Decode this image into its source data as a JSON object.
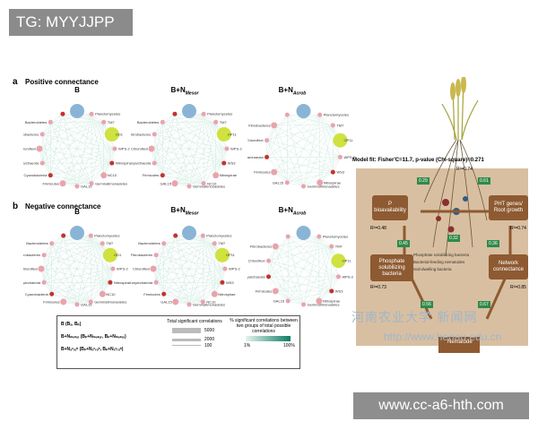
{
  "watermarks": {
    "tg": "TG: MYYJJPP",
    "site_cn": "河南农业大学 新闻网",
    "site_url": "http://www.henau.edu.cn",
    "corner": "www.cc-a6-hth.com"
  },
  "panel_a": {
    "letter": "a",
    "title": "Positive connectance",
    "networks": [
      {
        "title_main": "B",
        "title_sub": ""
      },
      {
        "title_main": "B+N",
        "title_sub": "Mesor"
      },
      {
        "title_main": "B+N",
        "title_sub": "Acrob"
      }
    ]
  },
  "panel_b": {
    "letter": "b",
    "title": "Negative connectance",
    "networks": [
      {
        "title_main": "B",
        "title_sub": ""
      },
      {
        "title_main": "B+N",
        "title_sub": "Mesor"
      },
      {
        "title_main": "B+N",
        "title_sub": "Acrob"
      }
    ]
  },
  "node_labels": {
    "first": [
      "Planctomycetes",
      "TM7",
      "OD1",
      "WPS-2",
      "Nitrospirae",
      "NC10",
      "Gemmatimonadetes",
      "GAL15",
      "Firmicutes",
      "Cyanobacteria",
      "Euryarchaeota",
      "Chloroflexi",
      "Fibrobacteres",
      "Bacteroidetes"
    ],
    "second": [
      "Planctomycetes",
      "TM7",
      "OP11",
      "WPS-2",
      "WS3",
      "Nitrospirae",
      "NC10",
      "Gemmatimonadetes",
      "GAL15",
      "Firmicutes",
      "Euryarchaeota",
      "Chloroflexi",
      "Fibrobacteres",
      "Bacteroidetes"
    ],
    "third": [
      "Planctomycetes",
      "TM7",
      "OP11",
      "WPS-2",
      "WS3",
      "Nitrospirae",
      "Gemmatimonadetes",
      "GAL15",
      "Firmicutes",
      "Euryarchaeota",
      "Chloroflexi",
      "Fibrobacteres"
    ]
  },
  "legend": {
    "row1": "B (Bₐ, Bₚ)",
    "row2": "B+Nₘₑₛₒᵣ (Bₚ+Nₘₑₛₒᵣ, Bₚ+Nₘₑₛₒᵣ)",
    "row3": "B+Nₐᶜᵣₒᵇ (Bₚ+Nₐᶜᵣₒᵇ, Bₚ+Nₐᶜᵣₒᵇ)",
    "total_label": "Total significant correlations",
    "total_values": [
      "5000",
      "2000",
      "100"
    ],
    "pct_label": "% significant correlations between two groups of total possible correlations",
    "pct_min": "1%",
    "pct_max": "100%"
  },
  "model": {
    "fit_text": "Model fit: Fisher'C=11.7, p-value (Chi-square)=0.271",
    "r2_top": "R²=0.74",
    "box_p": "P bioavailability",
    "box_phy": "PHT genes/ Root growth",
    "box_psb": "Phosphate solubilizing bacteria",
    "box_net": "Network connectance",
    "r2_p": "R²=0.48",
    "r2_phy": "R²=0.74",
    "r2_psb": "R²=0.73",
    "r2_net": "R²=0.85",
    "coef_p_phy": "0.29",
    "coef_phy_r": "0.61",
    "coef_mid": "0.32",
    "coef_psb_p": "0.45",
    "coef_net_phy": "0.36",
    "coef_bot_left": "0.56",
    "coef_bot_right": "0.67",
    "legend1": "Phosphate solubilizing bacteria",
    "legend2": "Bacterial-feeding nematodes",
    "legend3": "Soil-dwelling bacteria",
    "treatment": "Nematode"
  },
  "colors": {
    "edge_teal": "#2b8f77",
    "edge_light": "#a7d8c8",
    "node_blue": "#8ab4d6",
    "node_yellowgreen": "#cfe23f",
    "node_pink": "#e9a3ad",
    "node_red": "#c4322f",
    "brown": "#8e5a31",
    "soil": "#d9bfa1",
    "green_box": "#2f8a4a"
  }
}
